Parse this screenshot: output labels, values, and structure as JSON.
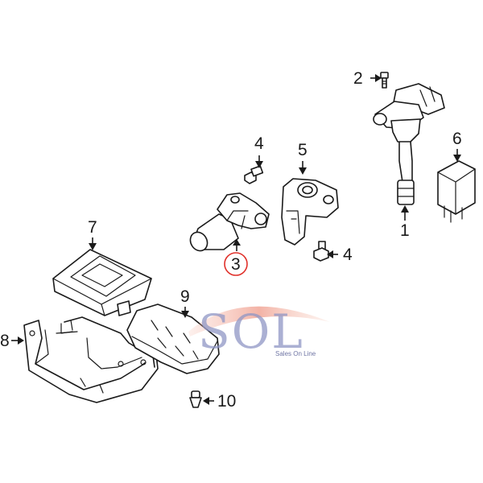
{
  "callouts": {
    "c1": "1",
    "c2": "2",
    "c3": "3",
    "c4a": "4",
    "c4b": "4",
    "c5": "5",
    "c6": "6",
    "c7": "7",
    "c8": "8",
    "c9": "9",
    "c10": "10"
  },
  "watermark": {
    "logo": "SOL",
    "tagline": "Sales On Line"
  },
  "colors": {
    "highlight_circle": "#e0302a",
    "watermark_blue": "#8f95c4",
    "watermark_swoosh": "#f0a090",
    "line": "#1a1a1a"
  }
}
